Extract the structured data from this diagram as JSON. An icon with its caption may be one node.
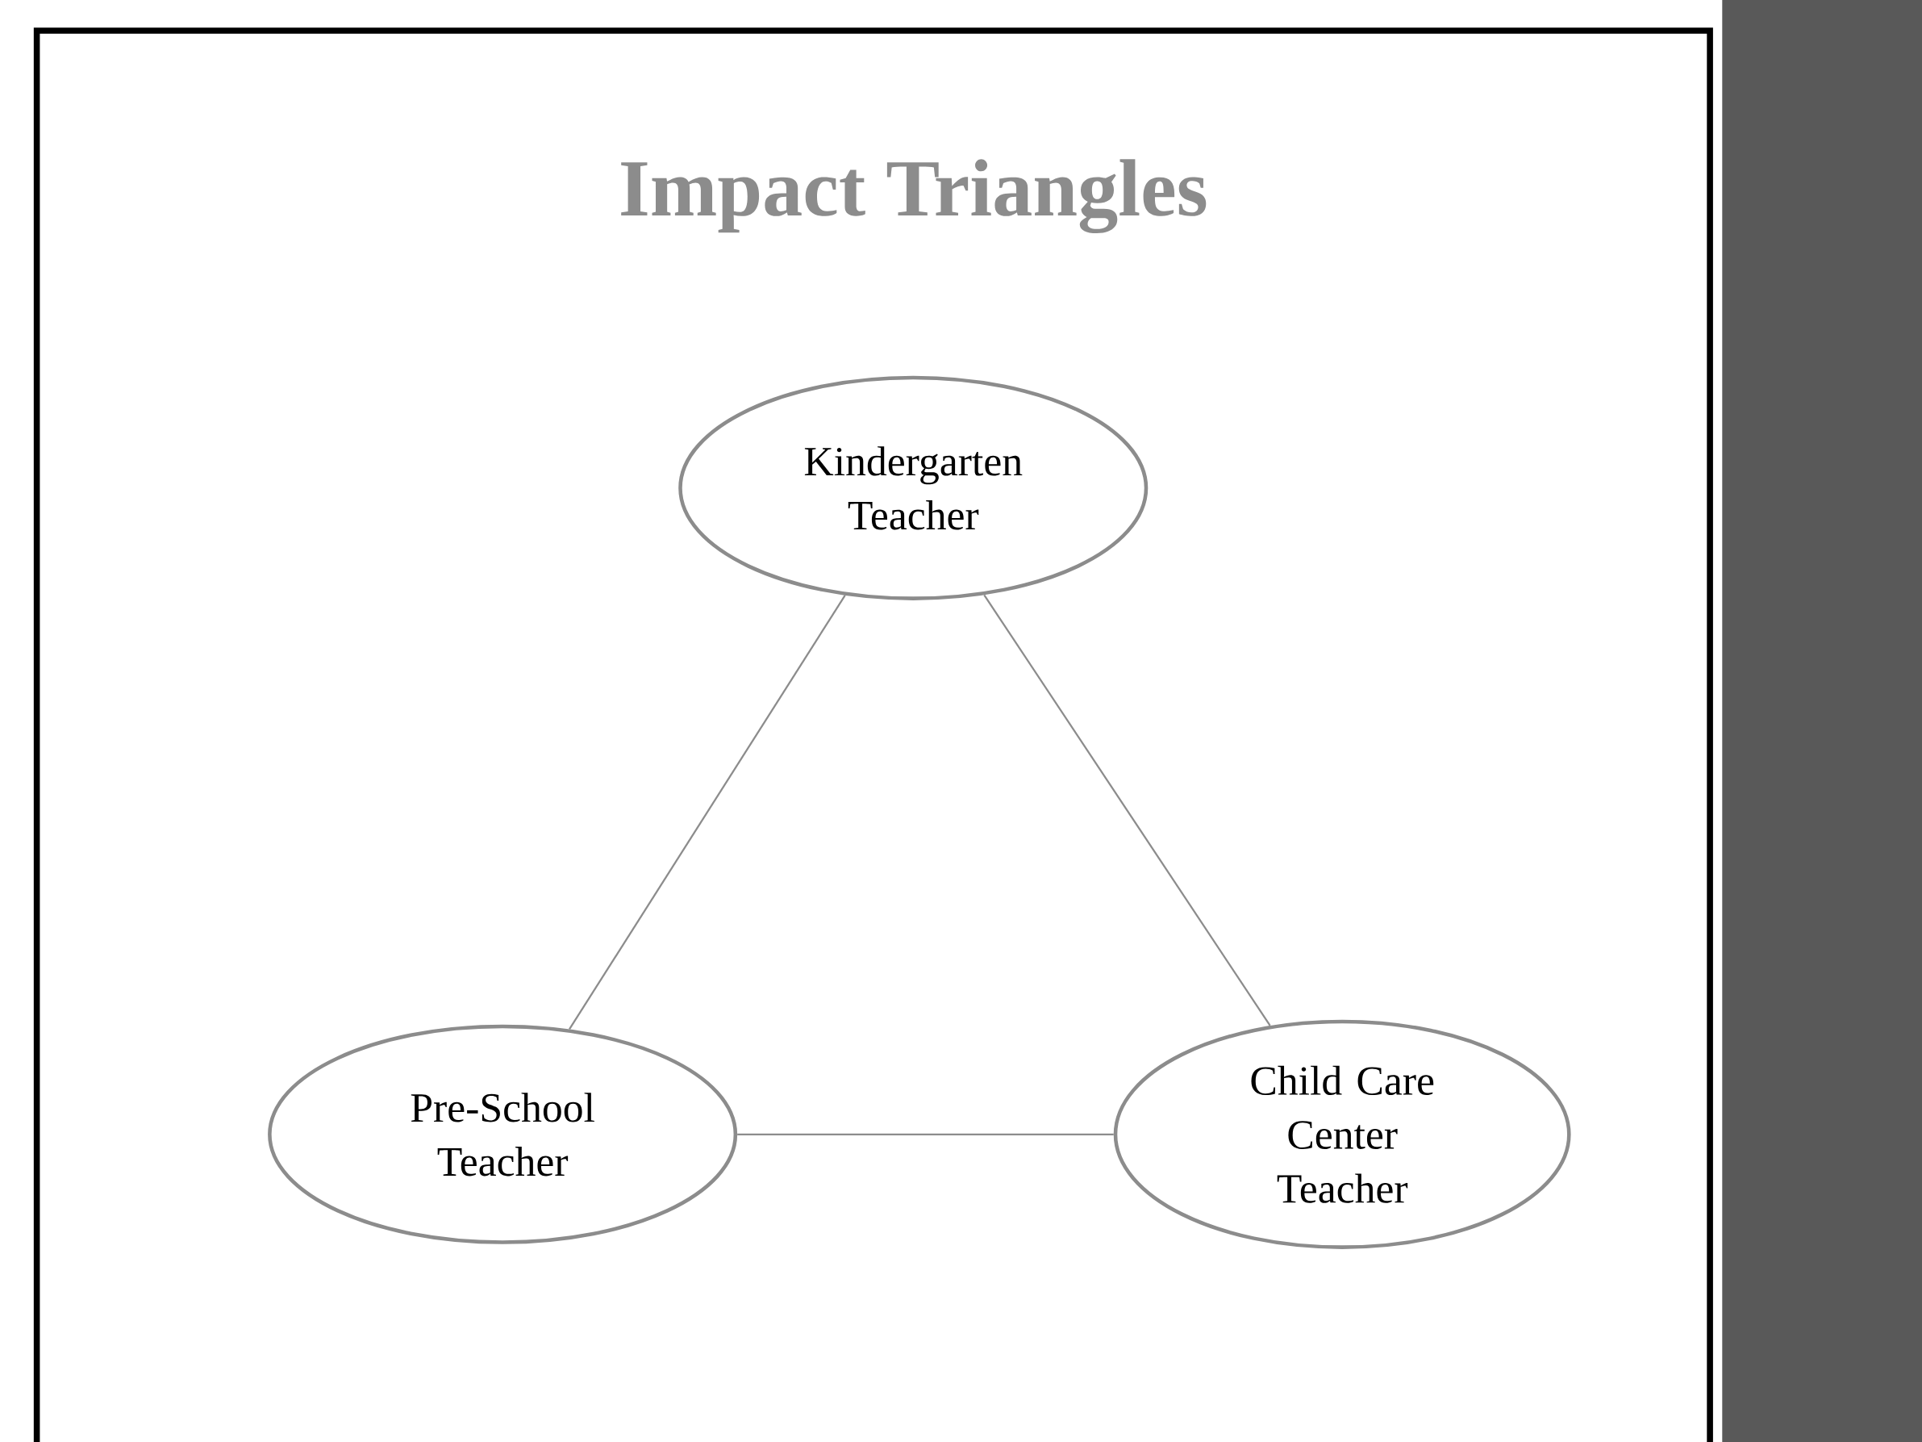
{
  "diagram": {
    "title": "Impact Triangles",
    "nodes": [
      {
        "text": [
          "Kindergarten Teacher"
        ]
      },
      {
        "text": [
          "Pre-School Teacher"
        ]
      },
      {
        "text": [
          "Child Care Center Teacher"
        ]
      }
    ],
    "edges": [
      {
        "from": 0,
        "to": 1,
        "arrow": "none"
      },
      {
        "from": 0,
        "to": 2,
        "arrow": "none"
      },
      {
        "from": 1,
        "to": 2,
        "arrow": "none"
      }
    ]
  }
}
